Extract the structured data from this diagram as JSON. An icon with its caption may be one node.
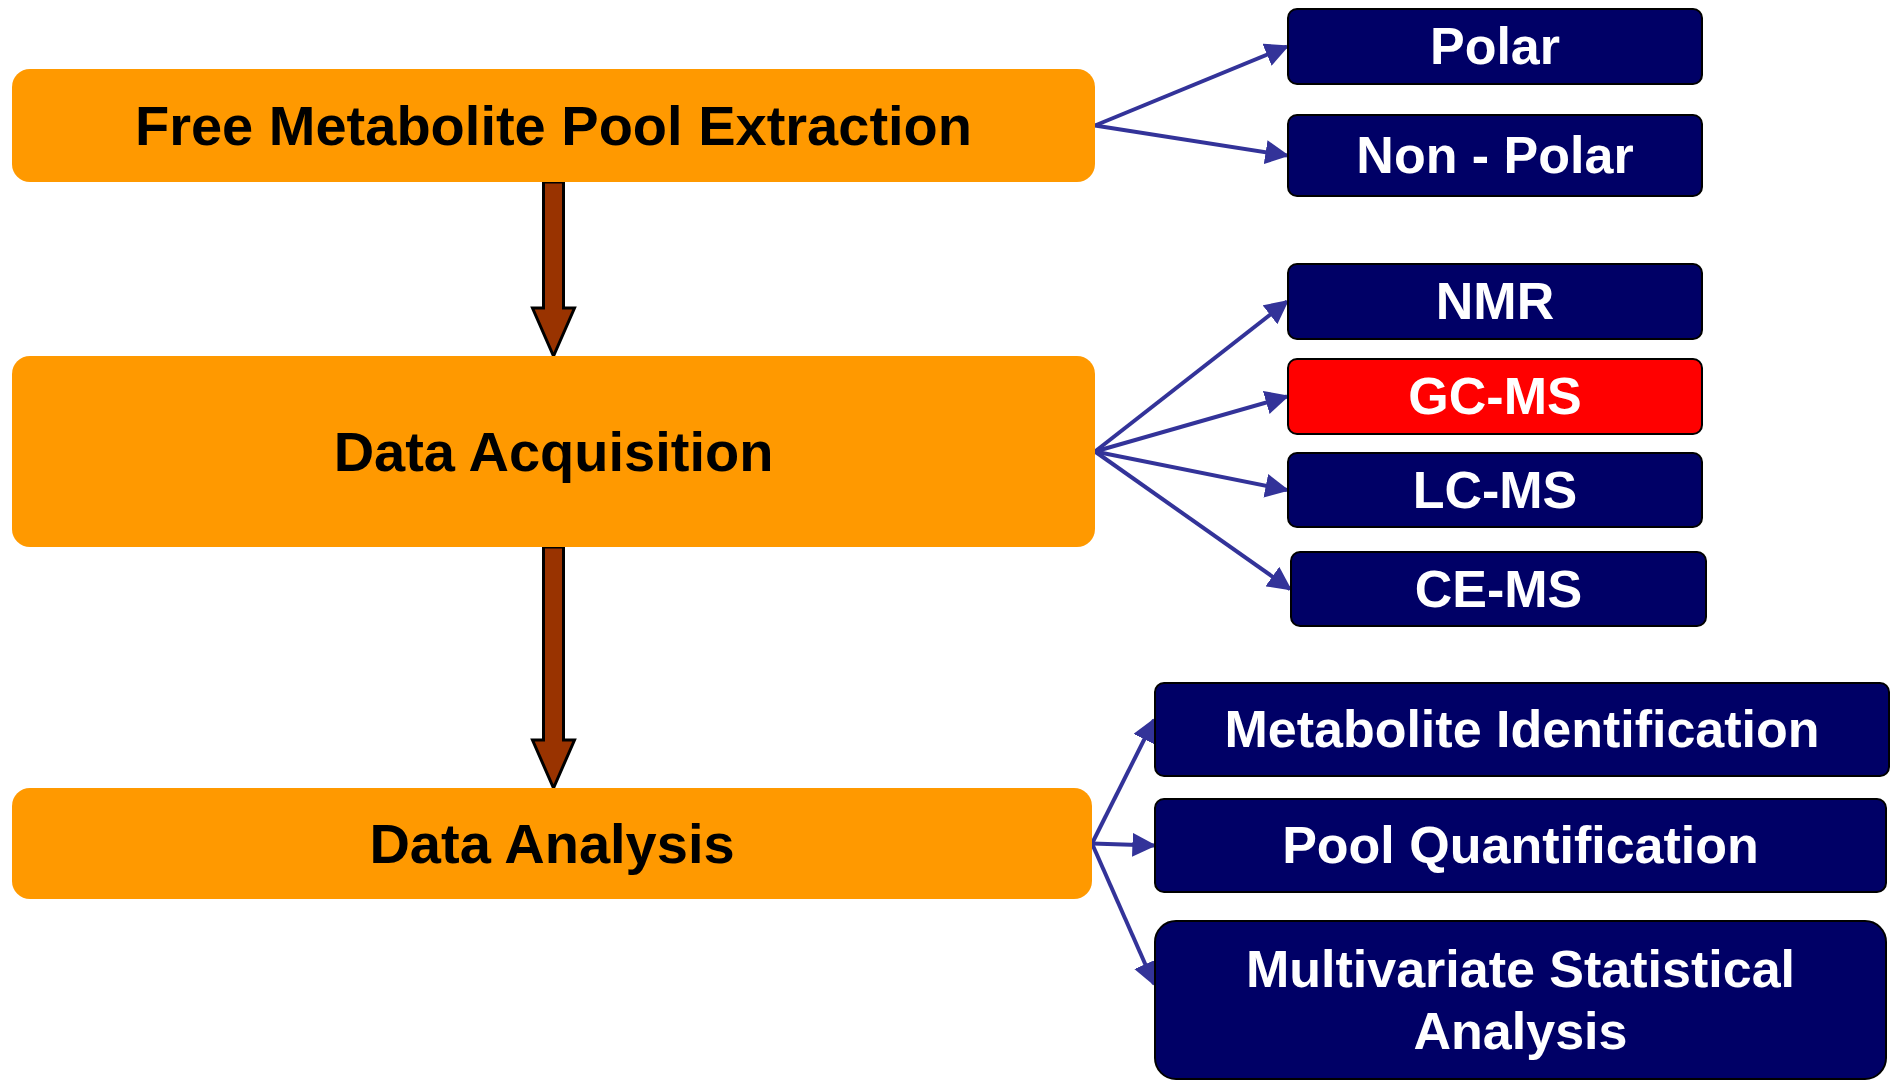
{
  "diagram": {
    "nodes": [
      {
        "text": [
          "Free Metabolite Pool Extraction"
        ]
      },
      {
        "text": [
          "Polar"
        ]
      },
      {
        "text": [
          "Non - Polar"
        ]
      },
      {
        "text": [
          "Data Acquisition"
        ]
      },
      {
        "text": [
          "NMR"
        ]
      },
      {
        "text": [
          "GC-MS"
        ]
      },
      {
        "text": [
          "LC-MS"
        ]
      },
      {
        "text": [
          "CE-MS"
        ]
      },
      {
        "text": [
          "Data Analysis"
        ]
      },
      {
        "text": [
          "Metabolite Identification"
        ]
      },
      {
        "text": [
          "Pool Quantification"
        ]
      },
      {
        "text": [
          "Multivariate Statistical Analysis"
        ]
      }
    ],
    "edges": [
      {
        "from": 0,
        "to": 1,
        "arrow": "to"
      },
      {
        "from": 0,
        "to": 2,
        "arrow": "to"
      },
      {
        "from": 0,
        "to": 3,
        "arrow": "to",
        "style": "thick",
        "color": "#993300"
      },
      {
        "from": 3,
        "to": 4,
        "arrow": "to"
      },
      {
        "from": 3,
        "to": 5,
        "arrow": "to"
      },
      {
        "from": 3,
        "to": 6,
        "arrow": "to"
      },
      {
        "from": 3,
        "to": 7,
        "arrow": "to"
      },
      {
        "from": 3,
        "to": 8,
        "arrow": "to",
        "style": "thick",
        "color": "#993300"
      },
      {
        "from": 8,
        "to": 9,
        "arrow": "to"
      },
      {
        "from": 8,
        "to": 10,
        "arrow": "to"
      },
      {
        "from": 8,
        "to": 11,
        "arrow": "to"
      }
    ]
  }
}
